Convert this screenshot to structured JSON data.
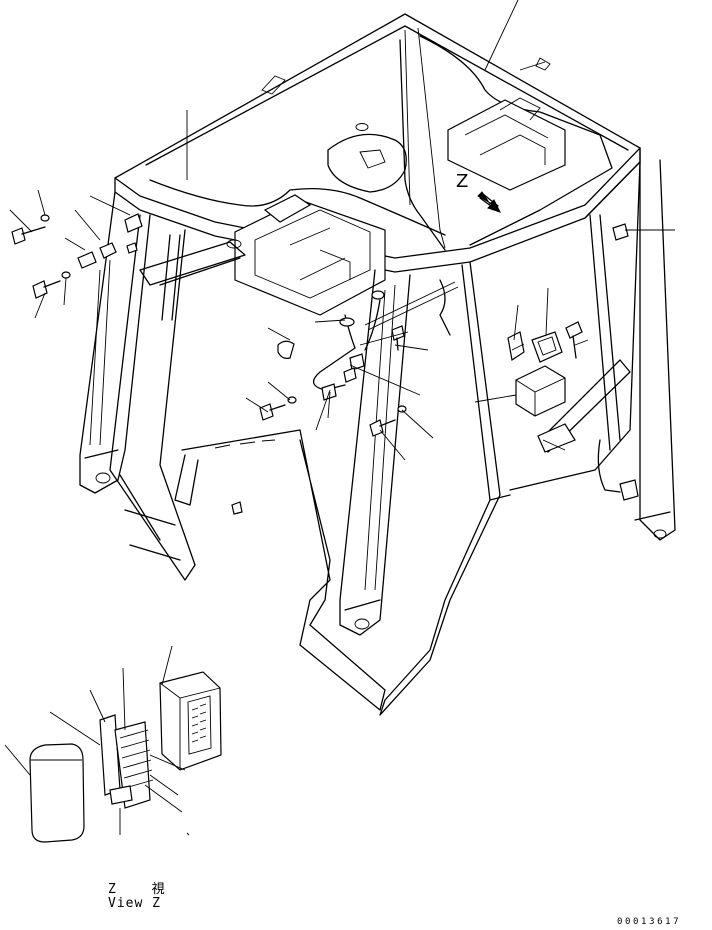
{
  "drawing": {
    "view_label_jp": "Z 視",
    "view_label_en": "View Z",
    "view_marker": "Z",
    "document_number": "00013617"
  }
}
